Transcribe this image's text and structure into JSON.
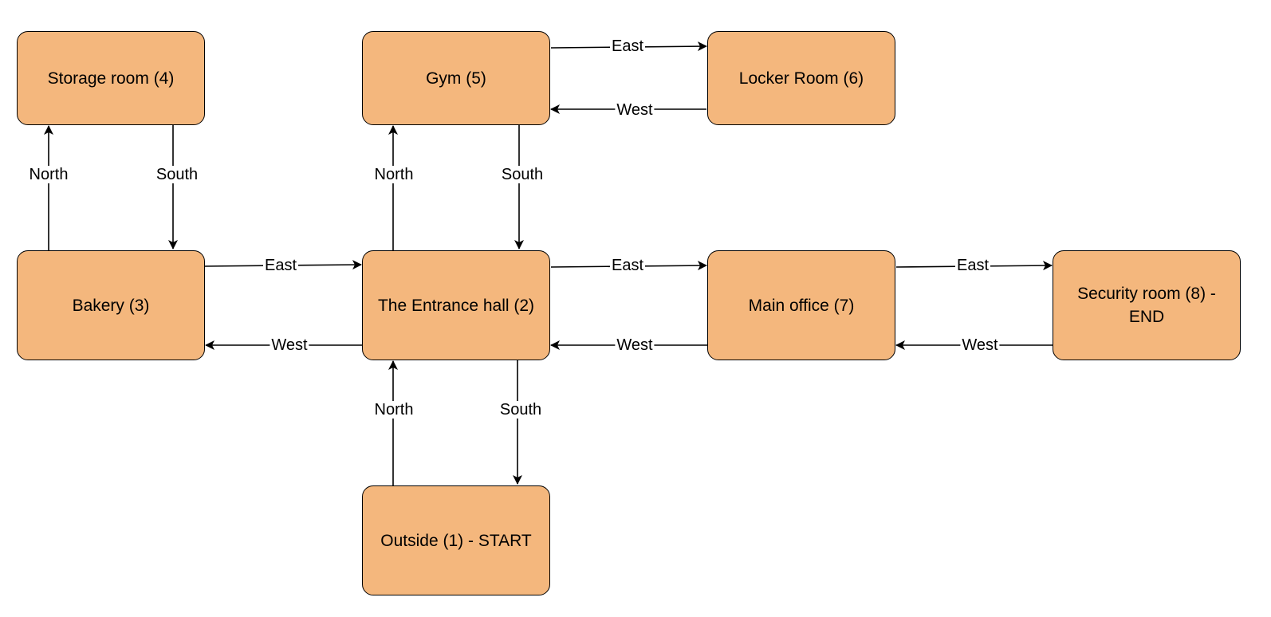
{
  "colors": {
    "node_fill": "#f4b77d",
    "stroke": "#000000",
    "background": "#ffffff"
  },
  "nodes": {
    "storage": "Storage room (4)",
    "gym": "Gym (5)",
    "locker": "Locker Room (6)",
    "bakery": "Bakery (3)",
    "entrance": "The Entrance hall (2)",
    "office": "Main office (7)",
    "security": "Security room (8) - END",
    "outside": "Outside (1) - START"
  },
  "edges": [
    {
      "from": "bakery",
      "to": "storage",
      "label": "North"
    },
    {
      "from": "storage",
      "to": "bakery",
      "label": "South"
    },
    {
      "from": "entrance",
      "to": "gym",
      "label": "North"
    },
    {
      "from": "gym",
      "to": "entrance",
      "label": "South"
    },
    {
      "from": "gym",
      "to": "locker",
      "label": "East"
    },
    {
      "from": "locker",
      "to": "gym",
      "label": "West"
    },
    {
      "from": "bakery",
      "to": "entrance",
      "label": "East"
    },
    {
      "from": "entrance",
      "to": "bakery",
      "label": "West"
    },
    {
      "from": "entrance",
      "to": "office",
      "label": "East"
    },
    {
      "from": "office",
      "to": "entrance",
      "label": "West"
    },
    {
      "from": "office",
      "to": "security",
      "label": "East"
    },
    {
      "from": "security",
      "to": "office",
      "label": "West"
    },
    {
      "from": "outside",
      "to": "entrance",
      "label": "North"
    },
    {
      "from": "entrance",
      "to": "outside",
      "label": "South"
    }
  ]
}
